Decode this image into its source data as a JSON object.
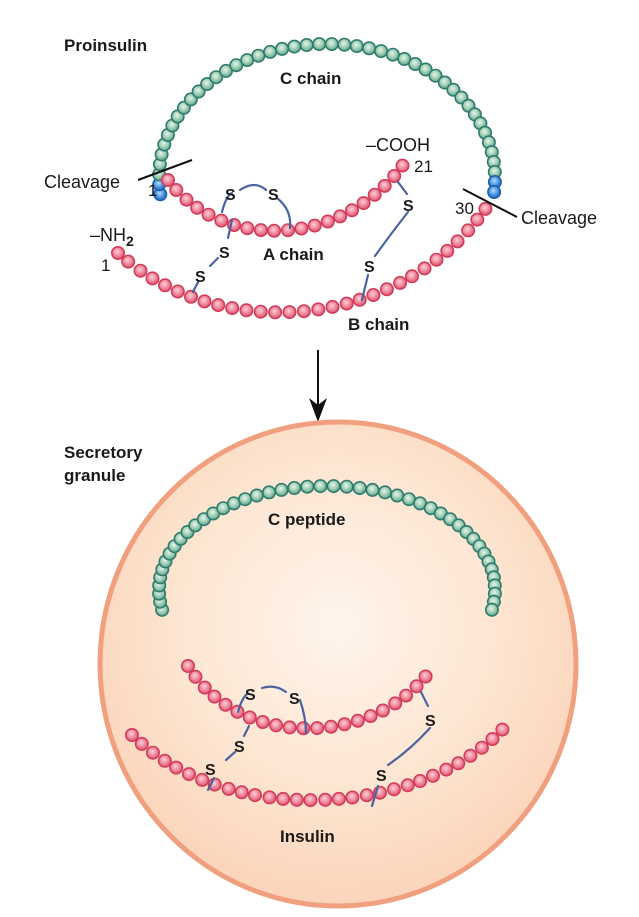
{
  "figure": {
    "title": "Proinsulin to insulin processing",
    "colors": {
      "c_chain_bead": "#8cc4a8",
      "c_chain_bead_edge": "#2f7a6e",
      "insulin_bead": "#ef8096",
      "insulin_bead_edge": "#d23c5a",
      "cleavage_bead": "#3f8fd8",
      "cleavage_bead_edge": "#1f5fa8",
      "disulfide_link": "#4a64a0",
      "granule_fill": "#fde3cc",
      "granule_edge": "#f0a07c",
      "text": "#1a1a1a"
    }
  },
  "proinsulin": {
    "title": "Proinsulin",
    "c_chain_label": "C chain",
    "a_chain_label": "A chain",
    "b_chain_label": "B chain",
    "cleavage_left": "Cleavage",
    "cleavage_right": "Cleavage",
    "a_chain_start_num": "1",
    "a_chain_end_num": "21",
    "a_chain_terminal": "–COOH",
    "b_chain_start_num": "1",
    "b_chain_end_num": "30",
    "b_chain_terminal": "–NH",
    "b_chain_terminal_sub": "2",
    "disulfide_symbol": "S"
  },
  "arrow": {
    "direction": "down"
  },
  "granule": {
    "title_line1": "Secretory",
    "title_line2": "granule",
    "c_peptide_label": "C peptide",
    "insulin_label": "Insulin",
    "disulfide_symbol": "S"
  }
}
